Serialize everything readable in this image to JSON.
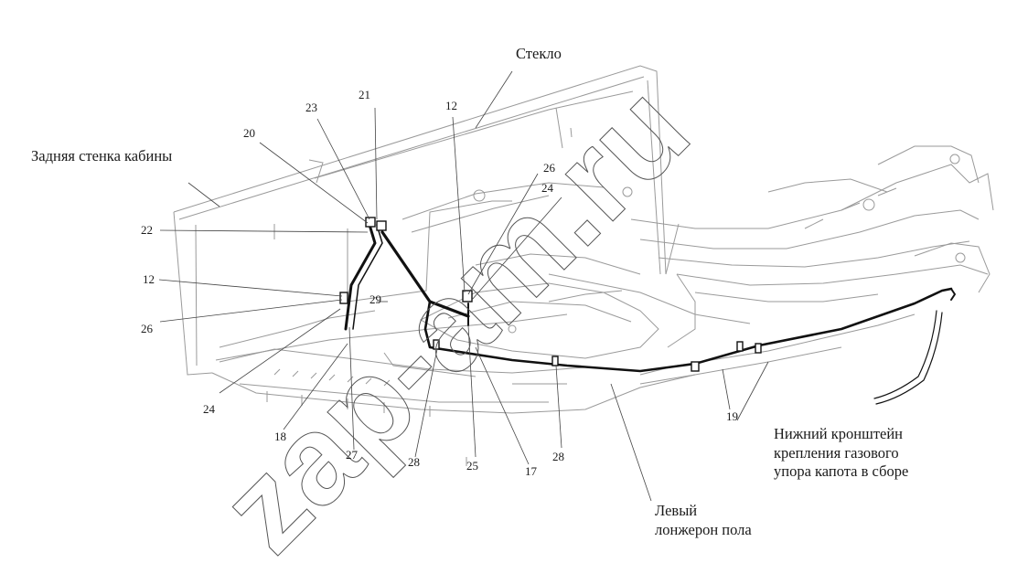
{
  "captions": {
    "glass": "Стекло",
    "rear_wall": "Задняя стенка кабины",
    "bracket_line1": "Нижний кронштейн",
    "bracket_line2": "крепления газового",
    "bracket_line3": "упора капота в сборе",
    "sill_line1": "Левый",
    "sill_line2": "лонжерон пола"
  },
  "callouts": {
    "c23": "23",
    "c21": "21",
    "c20": "20",
    "c22": "22",
    "c12a": "12",
    "c29": "29",
    "c26a": "26",
    "c24a": "24",
    "c18": "18",
    "c27": "27",
    "c28a": "28",
    "c12b": "12",
    "c26b": "26",
    "c24b": "24",
    "c25": "25",
    "c17": "17",
    "c28b": "28",
    "c19": "19"
  },
  "watermark": "zap-am.ru",
  "colors": {
    "ink": "#1a1a1a",
    "line_art": "#9a9a9a",
    "hose": "#111111",
    "watermark_outline": "#555555"
  }
}
